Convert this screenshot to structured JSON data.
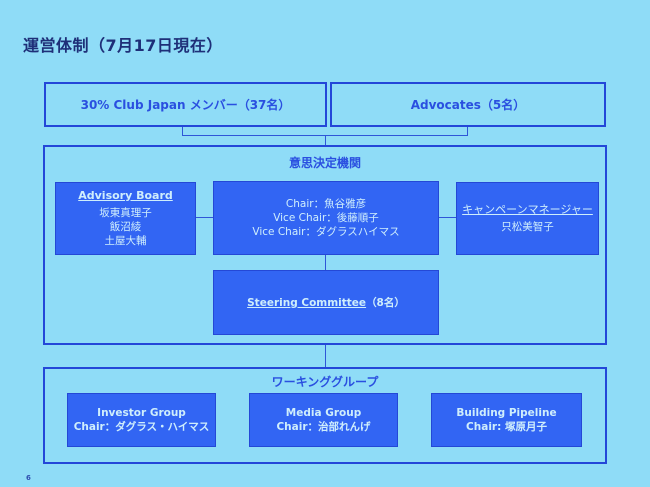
{
  "title": "運営体制（7月17日現在）",
  "top_boxes": {
    "members": "30% Club Japan メンバー（37名）",
    "advocates": "Advocates（5名）"
  },
  "decision_body": {
    "label": "意思決定機関",
    "advisory_board": {
      "heading": "Advisory Board",
      "members": [
        "坂東真理子",
        "飯沼綾",
        "土屋大輔"
      ]
    },
    "chairs": {
      "lines": [
        "Chair：魚谷雅彦",
        "Vice Chair：後藤順子",
        "Vice Chair：ダグラスハイマス"
      ]
    },
    "campaign_manager": {
      "heading": "キャンペーンマネージャー",
      "name": "只松美智子"
    },
    "steering_committee": {
      "heading": "Steering Committee",
      "count": "（8名）"
    }
  },
  "working_groups": {
    "label": "ワーキンググループ",
    "groups": [
      {
        "name": "Investor Group",
        "chair": "Chair：ダグラス・ハイマス"
      },
      {
        "name": "Media Group",
        "chair": "Chair：治部れんげ"
      },
      {
        "name": "Building Pipeline",
        "chair": "Chair: 塚原月子"
      }
    ]
  },
  "page_number": "6",
  "colors": {
    "background": "#8fdcf7",
    "outline": "#2347d8",
    "filled_box": "#3265f3",
    "filled_text": "#cfeefc",
    "title_text": "#1e2f78"
  }
}
